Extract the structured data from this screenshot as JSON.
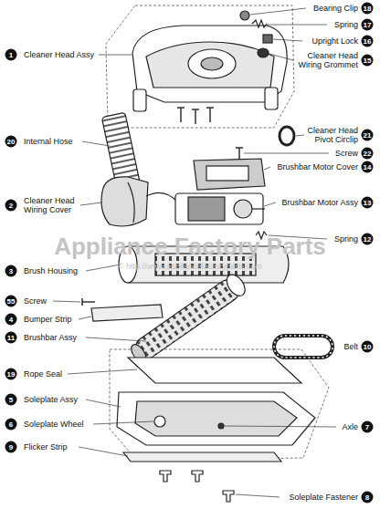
{
  "diagram": {
    "labels": [
      "18",
      "Bearing Clip",
      "17",
      "Spring",
      "16",
      "Upright Lock",
      "1",
      "Cleaner Head Assy",
      "15",
      "Cleaner Head Wiring Grommet",
      "21",
      "Cleaner Head Pivot Circlip",
      "20",
      "Internal Hose",
      "22",
      "Screw",
      "14",
      "Brushbar Motor Cover",
      "2",
      "Cleaner Head Wiring Cover",
      "13",
      "Brushbar Motor Assy",
      "12",
      "Spring",
      "3",
      "Brush Housing",
      "Appliance Factory Parts",
      "© http://www.appliancefactoryparts.com",
      "55",
      "Screw",
      "4",
      "Bumper Strip",
      "11",
      "Brushbar Assy",
      "10",
      "Belt",
      "19",
      "Rope Seal",
      "5",
      "Soleplate Assy",
      "6",
      "Soleplate Wheel",
      "7",
      "Axle",
      "9",
      "Flicker Strip",
      "8",
      "Soleplate Fastener"
    ]
  }
}
